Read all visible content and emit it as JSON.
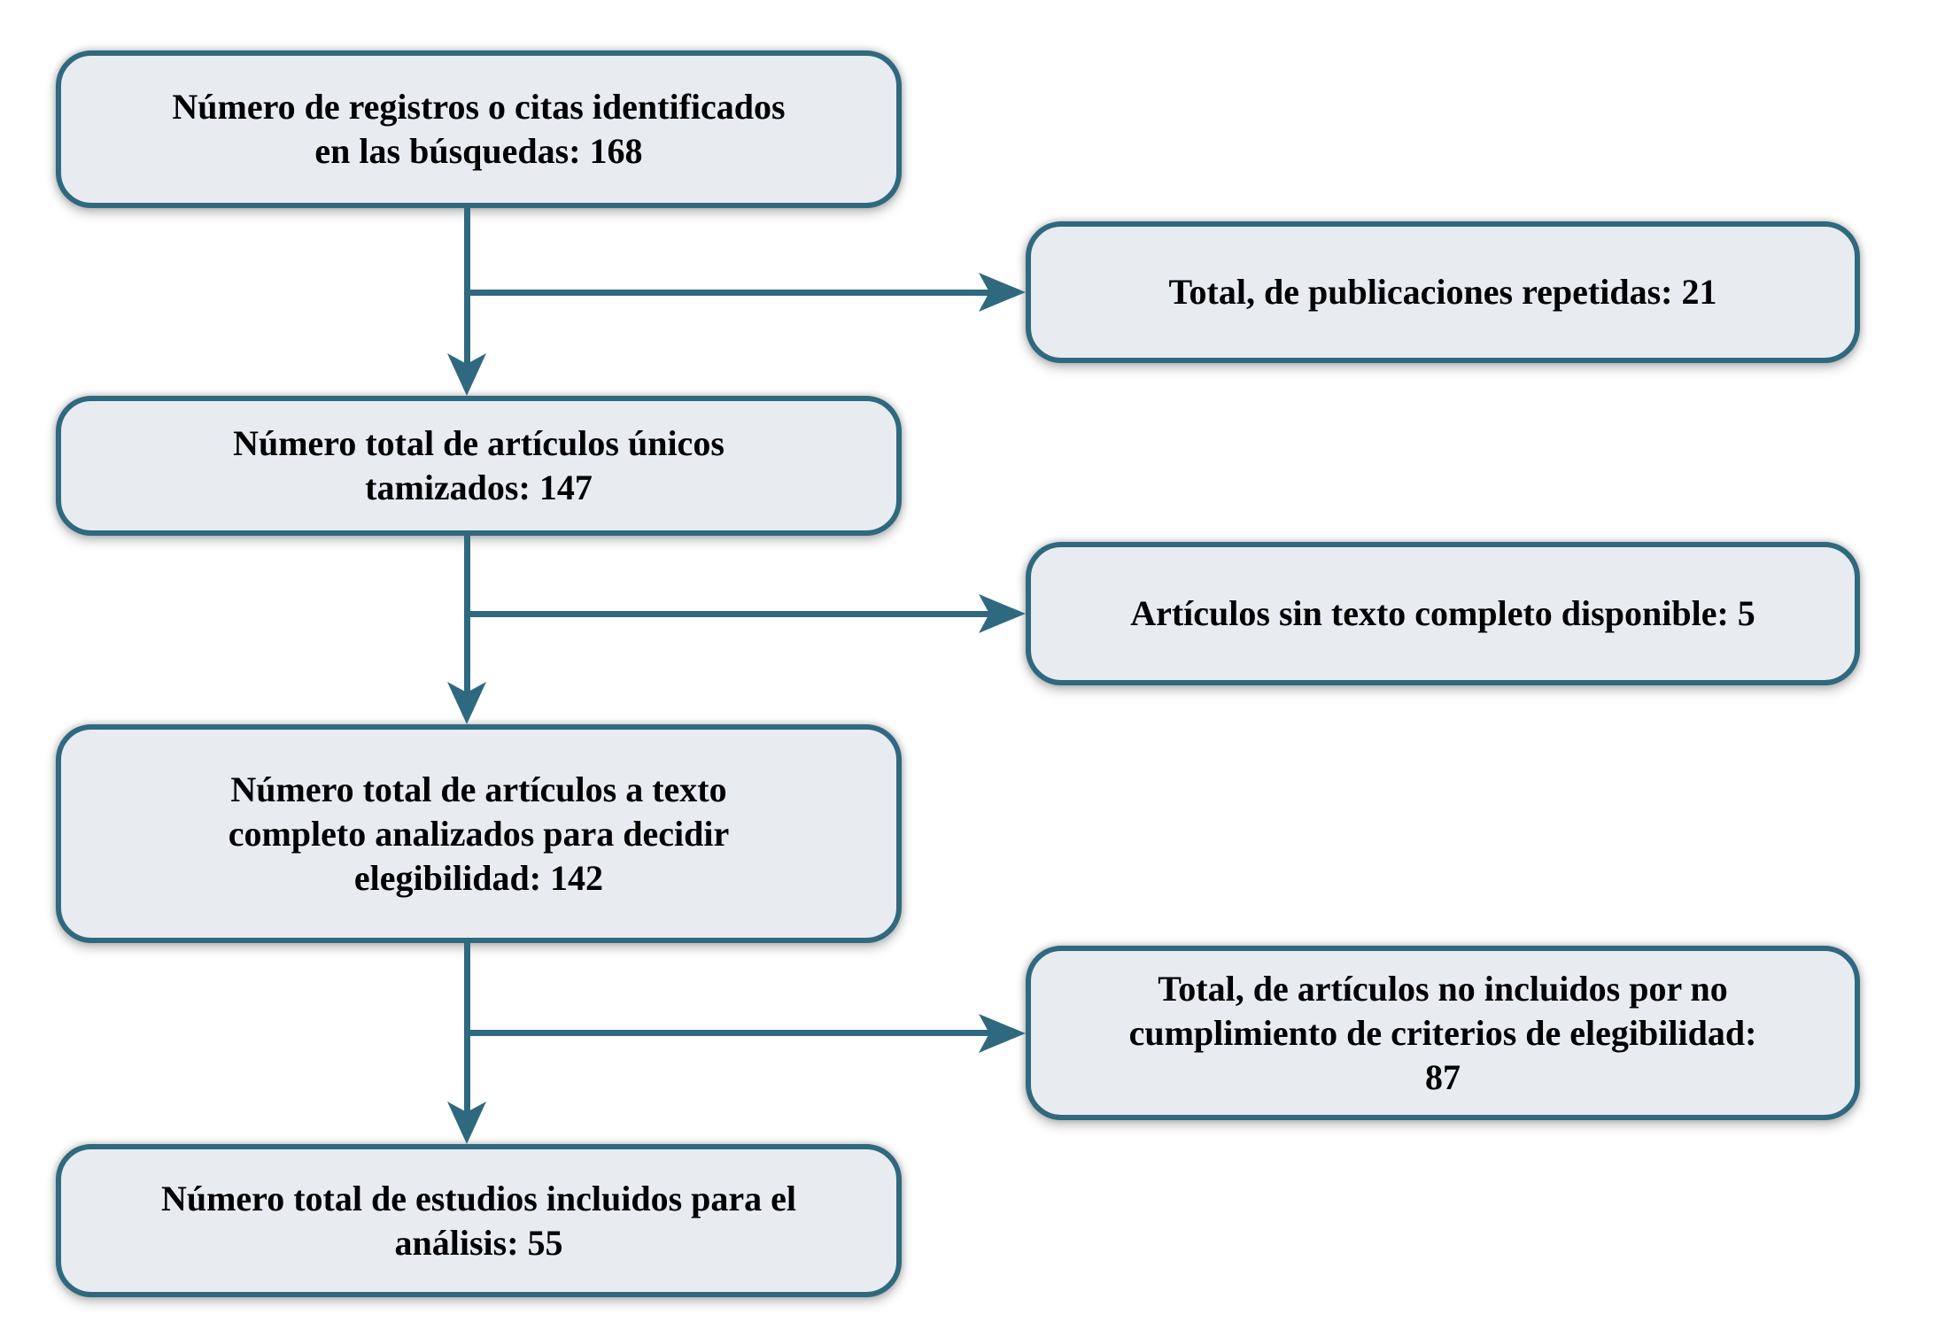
{
  "diagram": {
    "type": "flowchart-prisma",
    "language": "es",
    "colors": {
      "accent": "#2F697F",
      "box_fill": "#E8EBF0",
      "text": "#000000",
      "background": "#ffffff"
    },
    "nodes": {
      "identificados": {
        "label": "Número de registros o citas identificados\nen las búsquedas: 168",
        "value": 168
      },
      "repetidas": {
        "label": "Total, de publicaciones repetidas: 21",
        "value": 21
      },
      "tamizados": {
        "label": "Número total de artículos únicos\ntamizados: 147",
        "value": 147
      },
      "sin_texto_completo": {
        "label": "Artículos sin texto completo disponible: 5",
        "value": 5
      },
      "texto_completo_analizados": {
        "label": "Número total de artículos a texto\ncompleto analizados para decidir\nelegibilidad: 142",
        "value": 142
      },
      "no_incluidos": {
        "label": "Total, de artículos no incluidos por no\ncumplimiento de criterios de elegibilidad:\n87",
        "value": 87
      },
      "incluidos": {
        "label": "Número total de estudios incluidos para el\nanálisis: 55",
        "value": 55
      }
    },
    "edges": [
      {
        "from": "identificados",
        "to": "repetidas"
      },
      {
        "from": "identificados",
        "to": "tamizados"
      },
      {
        "from": "tamizados",
        "to": "sin_texto_completo"
      },
      {
        "from": "tamizados",
        "to": "texto_completo_analizados"
      },
      {
        "from": "texto_completo_analizados",
        "to": "no_incluidos"
      },
      {
        "from": "texto_completo_analizados",
        "to": "incluidos"
      }
    ]
  }
}
